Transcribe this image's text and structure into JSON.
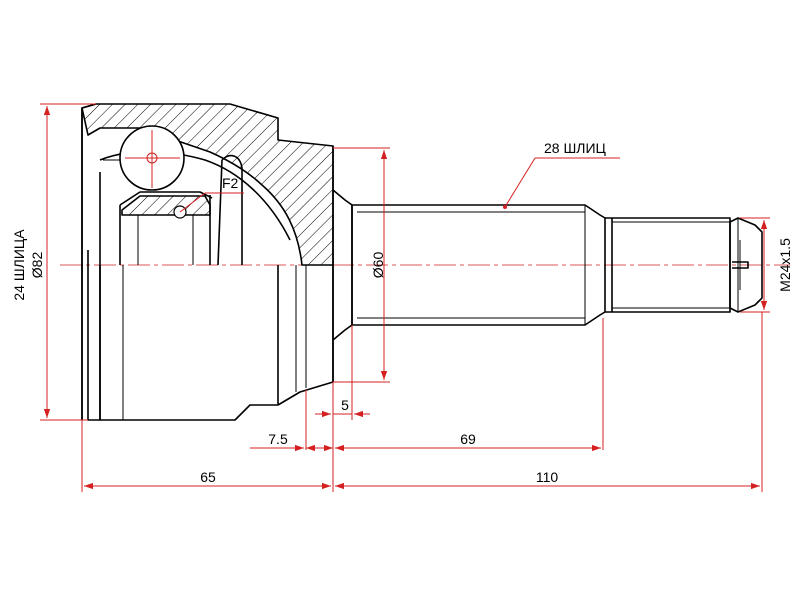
{
  "labels": {
    "splines_housing": "24 ШЛИЦА",
    "housing_diameter": "Ø82",
    "splines_shaft": "28 ШЛИЦ",
    "shaft_diameter": "Ø60",
    "thread": "M24x1.5",
    "seal_ref": "F2",
    "dim_5": "5",
    "dim_7_5": "7.5",
    "dim_69": "69",
    "dim_65": "65",
    "dim_110": "110"
  },
  "colors": {
    "dimension": "#d42020",
    "outline": "#000000"
  }
}
